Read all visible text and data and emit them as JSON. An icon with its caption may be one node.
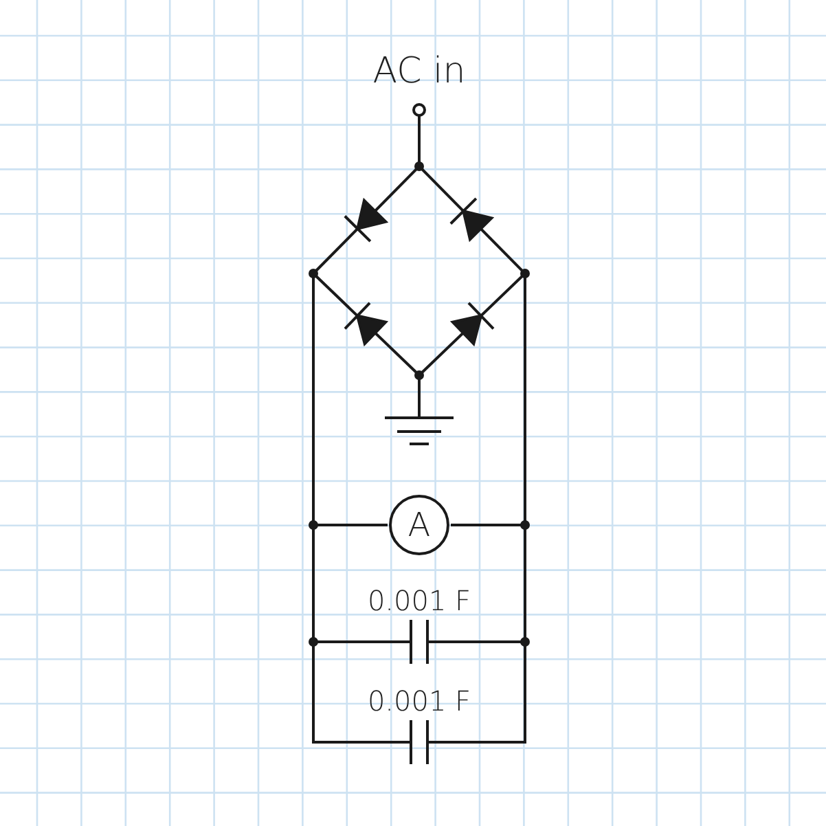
{
  "diagram": {
    "nodes": [
      {
        "text": [
          "AC in"
        ]
      },
      {
        "text": [
          "A"
        ]
      }
    ],
    "labels": [
      "0.001 F",
      "0.001 F"
    ]
  }
}
